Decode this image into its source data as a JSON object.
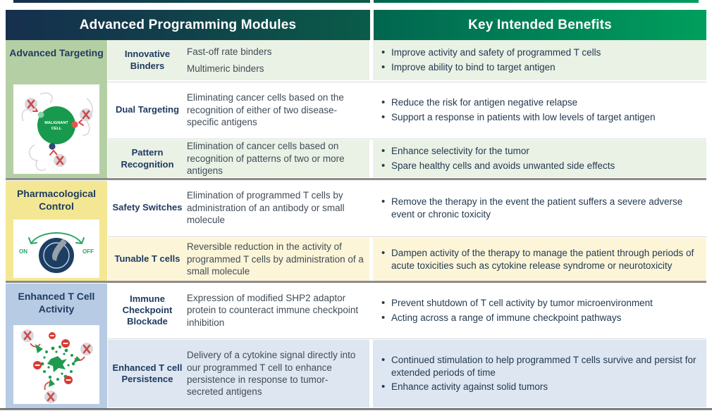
{
  "header": {
    "left": "Advanced Programming Modules",
    "right": "Key Intended Benefits"
  },
  "colors": {
    "header_navy": "#162f4e",
    "header_green": "#009f5d",
    "panel_green": "#b5cfa5",
    "panel_yellow": "#f3e793",
    "panel_blue": "#b7cbe4",
    "row_tint_green": "#eaf1e5",
    "row_tint_cream": "#fdf5d8",
    "row_tint_blue": "#dde6f1",
    "title_navy": "#1e3a5f",
    "body_text": "#404d58",
    "accent_green": "#1f9b4e",
    "accent_red": "#d93a34",
    "knob_navy": "#1d3e63"
  },
  "sections": [
    {
      "category": "Advanced Targeting",
      "illustration": {
        "label_line1": "MALIGNANT",
        "label_line2": "CELL"
      },
      "rows": [
        {
          "module": "Innovative Binders",
          "desc": [
            "Fast-off rate binders",
            "Multimeric binders"
          ],
          "benefits": [
            "Improve activity and safety of programmed T cells",
            "Improve ability to bind to target antigen"
          ]
        },
        {
          "module": "Dual Targeting",
          "desc": [
            "Eliminating cancer cells based on the recognition of either of two disease-specific antigens"
          ],
          "benefits": [
            "Reduce the risk for antigen negative relapse",
            "Support a response in patients with low levels of target antigen"
          ]
        },
        {
          "module": "Pattern Recognition",
          "desc": [
            "Elimination of cancer cells based on recognition of patterns of two or more antigens"
          ],
          "benefits": [
            "Enhance selectivity for the tumor",
            "Spare healthy cells and avoids unwanted side effects"
          ]
        }
      ]
    },
    {
      "category": "Pharmacological Control",
      "illustration": {
        "on_label": "ON",
        "off_label": "OFF"
      },
      "rows": [
        {
          "module": "Safety Switches",
          "desc": [
            "Elimination of programmed T cells by administration of an antibody or small molecule"
          ],
          "benefits": [
            "Remove the therapy in the event the patient suffers a severe adverse event or chronic toxicity"
          ]
        },
        {
          "module": "Tunable T cells",
          "desc": [
            "Reversible reduction in the activity of programmed T cells by administration of a small molecule"
          ],
          "benefits": [
            "Dampen activity of the therapy to manage the patient through periods of acute toxicities such as cytokine release syndrome or neurotoxicity"
          ]
        }
      ]
    },
    {
      "category": "Enhanced T Cell Activity",
      "illustration": {},
      "rows": [
        {
          "module": "Immune Checkpoint Blockade",
          "desc": [
            "Expression of modified SHP2 adaptor protein to counteract immune checkpoint inhibition"
          ],
          "benefits": [
            "Prevent shutdown of T cell activity by tumor microenvironment",
            "Acting across a range of immune checkpoint pathways"
          ]
        },
        {
          "module": "Enhanced T cell Persistence",
          "desc": [
            "Delivery of a cytokine signal directly into our programmed T cell to enhance persistence in response to tumor-secreted antigens"
          ],
          "benefits": [
            "Continued stimulation to help programmed T cells survive and persist for extended periods of time",
            "Enhance activity against solid tumors"
          ]
        }
      ]
    }
  ]
}
